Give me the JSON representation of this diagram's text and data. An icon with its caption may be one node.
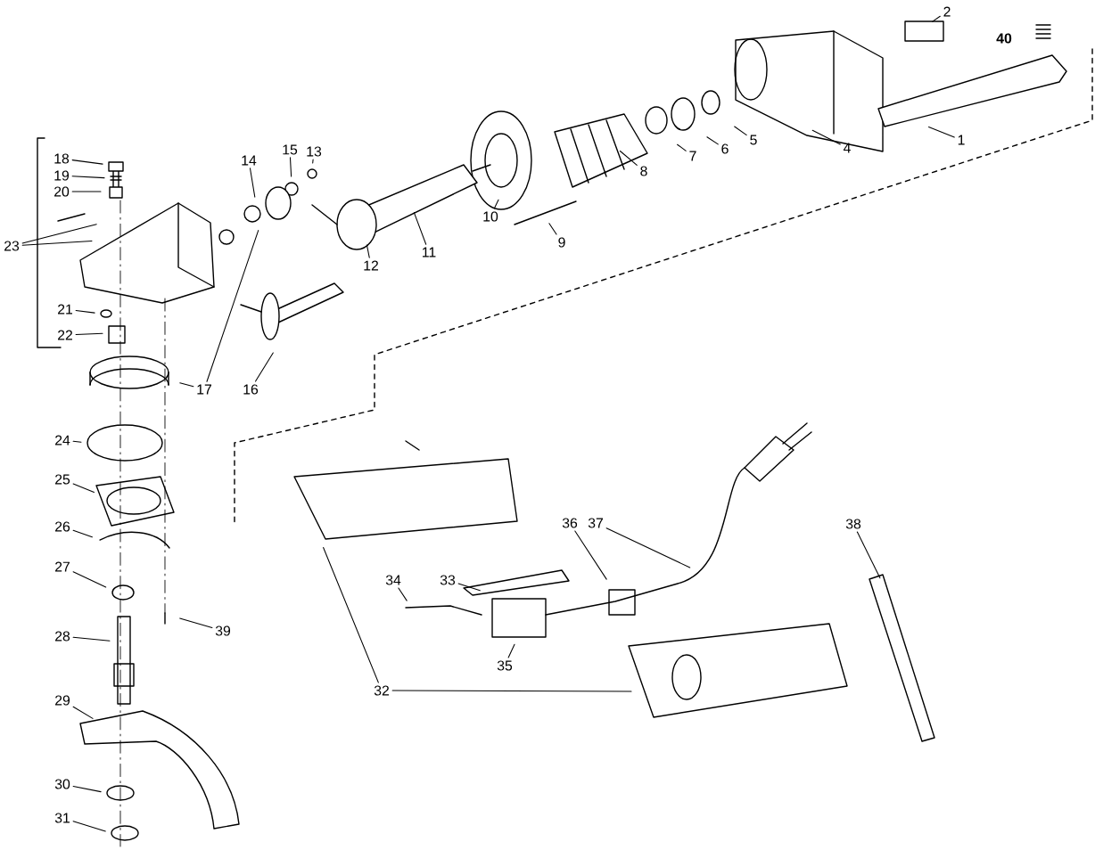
{
  "diagram": {
    "nodes": [
      {
        "text": [
          "2"
        ]
      },
      {
        "text": [
          "1"
        ]
      },
      {
        "text": [
          "4"
        ]
      },
      {
        "text": [
          "5"
        ]
      },
      {
        "text": [
          "6"
        ]
      },
      {
        "text": [
          "7"
        ]
      },
      {
        "text": [
          "8"
        ]
      },
      {
        "text": [
          "13"
        ]
      },
      {
        "text": [
          "15"
        ]
      },
      {
        "text": [
          "14"
        ]
      },
      {
        "text": [
          "18"
        ]
      },
      {
        "text": [
          "19"
        ]
      },
      {
        "text": [
          "20"
        ]
      },
      {
        "text": [
          "10"
        ]
      },
      {
        "text": [
          "9"
        ]
      },
      {
        "text": [
          "11"
        ]
      },
      {
        "text": [
          "12"
        ]
      },
      {
        "text": [
          "23"
        ]
      },
      {
        "text": [
          "21"
        ]
      },
      {
        "text": [
          "22"
        ]
      },
      {
        "text": [
          "16"
        ]
      },
      {
        "text": [
          "17"
        ]
      },
      {
        "text": [
          "24"
        ]
      },
      {
        "text": [
          "25"
        ]
      },
      {
        "text": [
          "36"
        ]
      },
      {
        "text": [
          "37"
        ]
      },
      {
        "text": [
          "38"
        ]
      },
      {
        "text": [
          "26"
        ]
      },
      {
        "text": [
          "27"
        ]
      },
      {
        "text": [
          "33"
        ]
      },
      {
        "text": [
          "34"
        ]
      },
      {
        "text": [
          "39"
        ]
      },
      {
        "text": [
          "28"
        ]
      },
      {
        "text": [
          "35"
        ]
      },
      {
        "text": [
          "32"
        ]
      },
      {
        "text": [
          "29"
        ]
      },
      {
        "text": [
          "30"
        ]
      },
      {
        "text": [
          "31"
        ]
      }
    ],
    "edges": [
      {
        "from": 0,
        "to": null,
        "arrow": "none"
      },
      {
        "from": 1,
        "to": null,
        "arrow": "none"
      },
      {
        "from": 2,
        "to": null,
        "arrow": "none"
      },
      {
        "from": 3,
        "to": null,
        "arrow": "none"
      },
      {
        "from": 4,
        "to": null,
        "arrow": "none"
      },
      {
        "from": 5,
        "to": null,
        "arrow": "none"
      },
      {
        "from": 6,
        "to": null,
        "arrow": "none"
      },
      {
        "from": 7,
        "to": null,
        "arrow": "none"
      },
      {
        "from": 8,
        "to": null,
        "arrow": "none"
      },
      {
        "from": 9,
        "to": null,
        "arrow": "none"
      },
      {
        "from": 10,
        "to": null,
        "arrow": "none"
      },
      {
        "from": 11,
        "to": null,
        "arrow": "none"
      },
      {
        "from": 12,
        "to": null,
        "arrow": "none"
      },
      {
        "from": 13,
        "to": null,
        "arrow": "none"
      },
      {
        "from": 14,
        "to": null,
        "arrow": "none"
      },
      {
        "from": 15,
        "to": null,
        "arrow": "none"
      },
      {
        "from": 16,
        "to": null,
        "arrow": "none"
      },
      {
        "from": 17,
        "to": null,
        "arrow": "none"
      },
      {
        "from": 17,
        "to": null,
        "arrow": "none"
      },
      {
        "from": 18,
        "to": null,
        "arrow": "none"
      },
      {
        "from": 19,
        "to": null,
        "arrow": "none"
      },
      {
        "from": 20,
        "to": null,
        "arrow": "none"
      },
      {
        "from": 21,
        "to": null,
        "arrow": "none"
      },
      {
        "from": 21,
        "to": null,
        "arrow": "none"
      },
      {
        "from": 22,
        "to": null,
        "arrow": "none"
      },
      {
        "from": 23,
        "to": null,
        "arrow": "none"
      },
      {
        "from": 24,
        "to": null,
        "arrow": "none"
      },
      {
        "from": 25,
        "to": null,
        "arrow": "none"
      },
      {
        "from": 26,
        "to": null,
        "arrow": "none"
      },
      {
        "from": 27,
        "to": null,
        "arrow": "none"
      },
      {
        "from": 28,
        "to": null,
        "arrow": "none"
      },
      {
        "from": 29,
        "to": null,
        "arrow": "none"
      },
      {
        "from": 30,
        "to": null,
        "arrow": "none"
      },
      {
        "from": 31,
        "to": null,
        "arrow": "none"
      },
      {
        "from": 32,
        "to": null,
        "arrow": "none"
      },
      {
        "from": 33,
        "to": null,
        "arrow": "none"
      },
      {
        "from": 34,
        "to": null,
        "arrow": "none"
      },
      {
        "from": 34,
        "to": null,
        "arrow": "none"
      },
      {
        "from": 35,
        "to": null,
        "arrow": "none"
      },
      {
        "from": 36,
        "to": null,
        "arrow": "none"
      },
      {
        "from": 37,
        "to": null,
        "arrow": "none"
      }
    ],
    "labels": [
      "40"
    ]
  }
}
